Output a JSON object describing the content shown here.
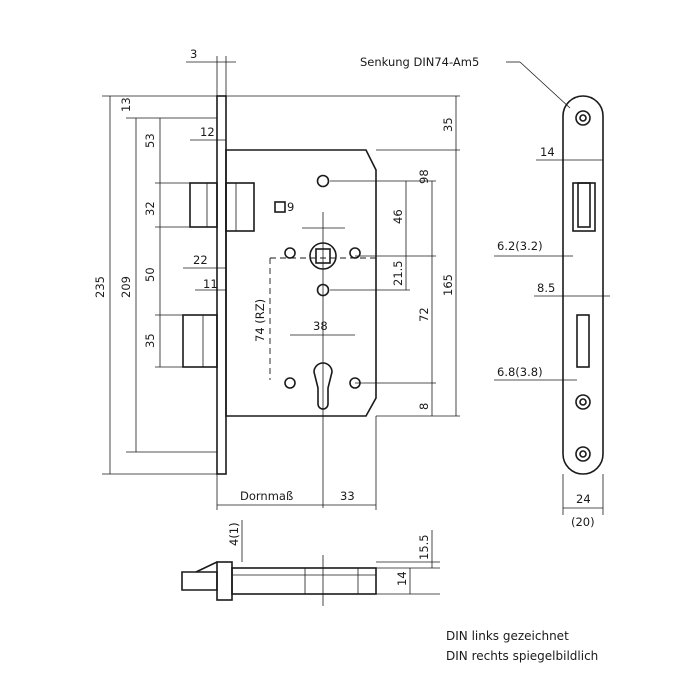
{
  "labels": {
    "senkung": "Senkung DIN74-Am5",
    "dornmass": "Dornmaß",
    "rz": "74 (RZ)",
    "square": "9",
    "note_line1": "DIN links gezeichnet",
    "note_line2": "DIN rechts spiegelbildlich"
  },
  "dimensions": {
    "d3": "3",
    "d13": "13",
    "d53": "53",
    "d12": "12",
    "d32": "32",
    "d209": "209",
    "d235": "235",
    "d50": "50",
    "d22": "22",
    "d11": "11",
    "d35_left": "35",
    "d35_right": "35",
    "d98": "98",
    "d46": "46",
    "d21_5": "21.5",
    "d165": "165",
    "d72": "72",
    "d38": "38",
    "d8": "8",
    "d33": "33",
    "d14_side": "14",
    "d6_2": "6.2(3.2)",
    "d8_5": "8.5",
    "d6_8": "6.8(3.8)",
    "d24": "24",
    "d20": "(20)",
    "d4_1": "4(1)",
    "d15_5": "15.5",
    "d14_bottom": "14"
  }
}
